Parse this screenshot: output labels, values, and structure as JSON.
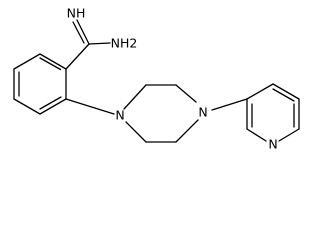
{
  "structure": {
    "atoms": {
      "imine": "NH",
      "amine": "NH2",
      "piperazine_n_left": "N",
      "piperazine_n_right": "N",
      "pyridine_n": "N"
    }
  },
  "colors": {
    "bond": "#000000",
    "label": "#000000",
    "background": "#ffffff"
  }
}
